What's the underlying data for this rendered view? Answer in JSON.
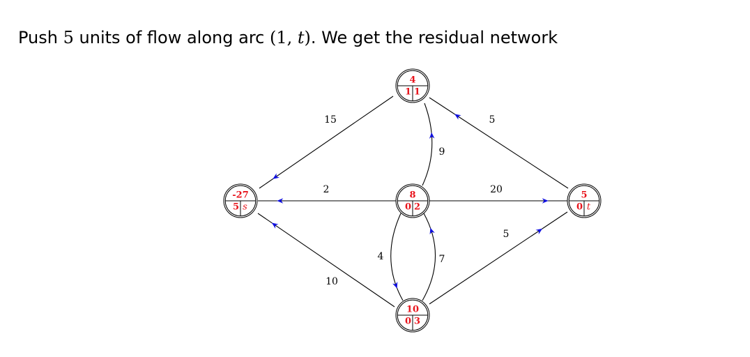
{
  "heading": {
    "pre": "Push ",
    "amount": "5",
    "mid": " units of flow along arc ",
    "arc_open": "(1, ",
    "arc_var": "t",
    "arc_close": ")",
    "post": ". We get the residual network"
  },
  "nodes": [
    {
      "id": "s",
      "top": "-27",
      "left": "5",
      "right": "s",
      "right_italic": true
    },
    {
      "id": "1",
      "top": "4",
      "left": "1",
      "right": "1",
      "right_italic": false
    },
    {
      "id": "2",
      "top": "8",
      "left": "0",
      "right": "2",
      "right_italic": false
    },
    {
      "id": "3",
      "top": "10",
      "left": "0",
      "right": "3",
      "right_italic": false
    },
    {
      "id": "t",
      "top": "5",
      "left": "0",
      "right": "t",
      "right_italic": true
    }
  ],
  "arcs": [
    {
      "from": "1",
      "to": "s",
      "label": "15"
    },
    {
      "from": "t",
      "to": "1",
      "label": "5"
    },
    {
      "from": "2",
      "to": "1",
      "label": "9"
    },
    {
      "from": "2",
      "to": "s",
      "label": "2"
    },
    {
      "from": "2",
      "to": "t",
      "label": "20"
    },
    {
      "from": "2",
      "to": "3",
      "label": "4"
    },
    {
      "from": "3",
      "to": "2",
      "label": "7"
    },
    {
      "from": "3",
      "to": "s",
      "label": "10"
    },
    {
      "from": "3",
      "to": "t",
      "label": "5"
    }
  ],
  "colors": {
    "arrow": "#1010e0",
    "node_text": "#e8141c",
    "line": "#000000"
  }
}
